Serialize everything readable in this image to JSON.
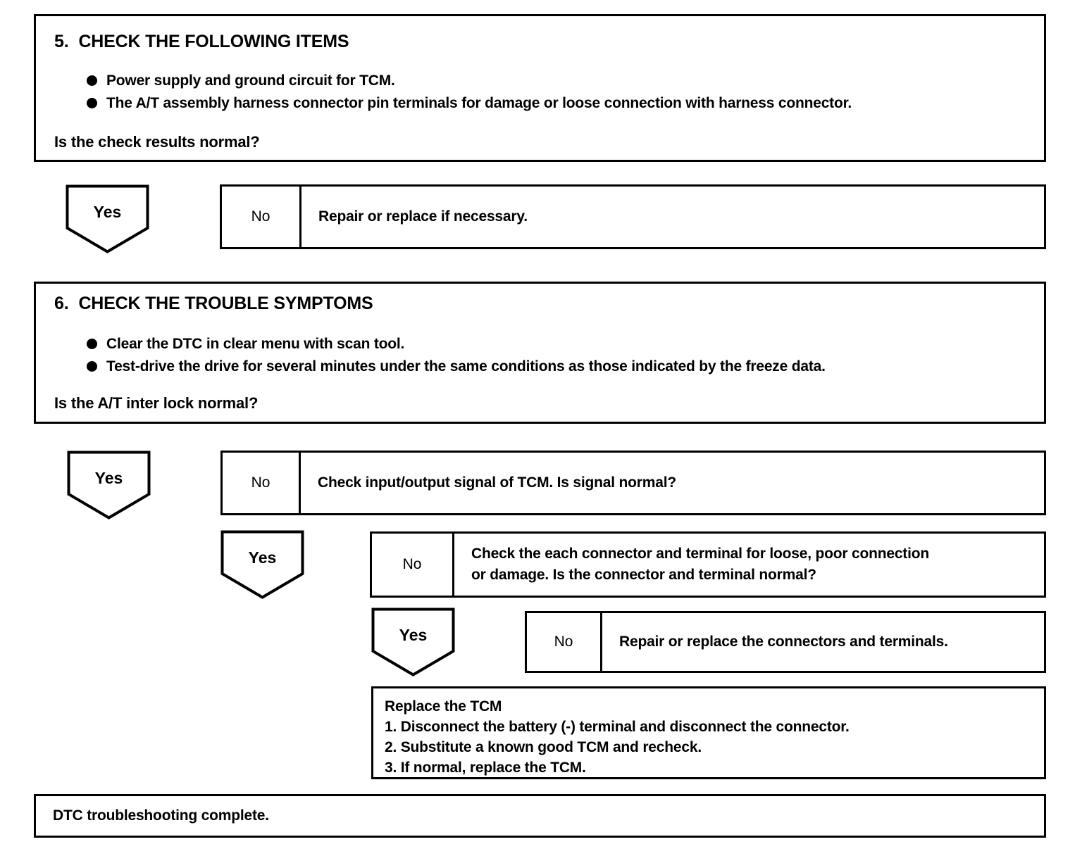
{
  "document": {
    "kind": "dtc-troubleshooting-flowchart"
  },
  "steps": [
    {
      "number": "5.",
      "title": "CHECK THE FOLLOWING ITEMS",
      "bullets": [
        "Power supply and ground circuit for TCM.",
        "The A/T assembly harness connector pin terminals for damage or loose connection with harness connector."
      ],
      "question": "Is the check results normal?"
    },
    {
      "number": "6.",
      "title": "CHECK THE TROUBLE SYMPTOMS",
      "bullets": [
        "Clear the DTC in clear menu with scan tool.",
        "Test-drive the drive for several minutes under the same conditions as those indicated by the freeze data."
      ],
      "question": "Is the A/T inter lock normal?"
    }
  ],
  "branches": [
    {
      "yes_label": "Yes",
      "no_label": "No",
      "action_line1": "Repair or replace if necessary.",
      "action_line2": ""
    },
    {
      "yes_label": "Yes",
      "no_label": "No",
      "action_line1": "Check input/output signal of TCM. Is signal normal?",
      "action_line2": ""
    },
    {
      "yes_label": "Yes",
      "no_label": "No",
      "action_line1": "Check the each connector and terminal for loose, poor connection",
      "action_line2": "or damage. Is the connector and terminal normal?"
    },
    {
      "yes_label": "Yes",
      "no_label": "No",
      "action_line1": "Repair or replace the connectors and terminals.",
      "action_line2": ""
    }
  ],
  "replace_tcm": {
    "heading": "Replace the TCM",
    "lines": [
      "1. Disconnect the battery (-) terminal and disconnect the connector.",
      "2. Substitute a known good TCM and recheck.",
      "3. If normal, replace the TCM."
    ]
  },
  "final": {
    "text": "DTC troubleshooting complete."
  },
  "colors": {
    "ink": "#000000",
    "paper": "#ffffff"
  }
}
